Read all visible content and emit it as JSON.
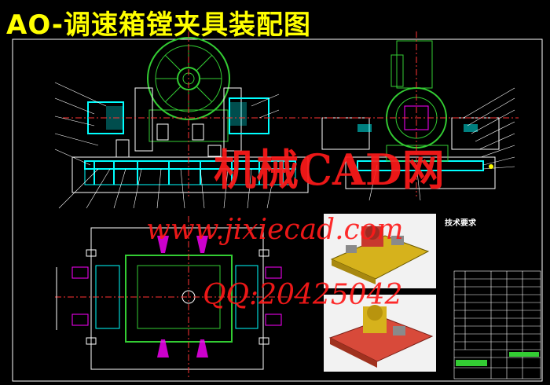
{
  "title": "AO-调速箱镗夹具装配图",
  "watermarks": {
    "brand": "机械CAD网",
    "url": "www.jixiecad.com",
    "qq": "QQ:20425042"
  },
  "technical_requirements_heading": "技术要求",
  "colors": {
    "background": "#000000",
    "title": "#ffff00",
    "watermark": "#ff1a1a",
    "outline": "#ffffff",
    "part_line": "#00ffff",
    "gear": "#33cc33",
    "detail": "#ff00ff",
    "centerline": "#ff3333"
  },
  "render_thumbnails": [
    {
      "label": "",
      "view": "front-left 3D render"
    },
    {
      "label": "",
      "view": "rear 3D render"
    }
  ]
}
